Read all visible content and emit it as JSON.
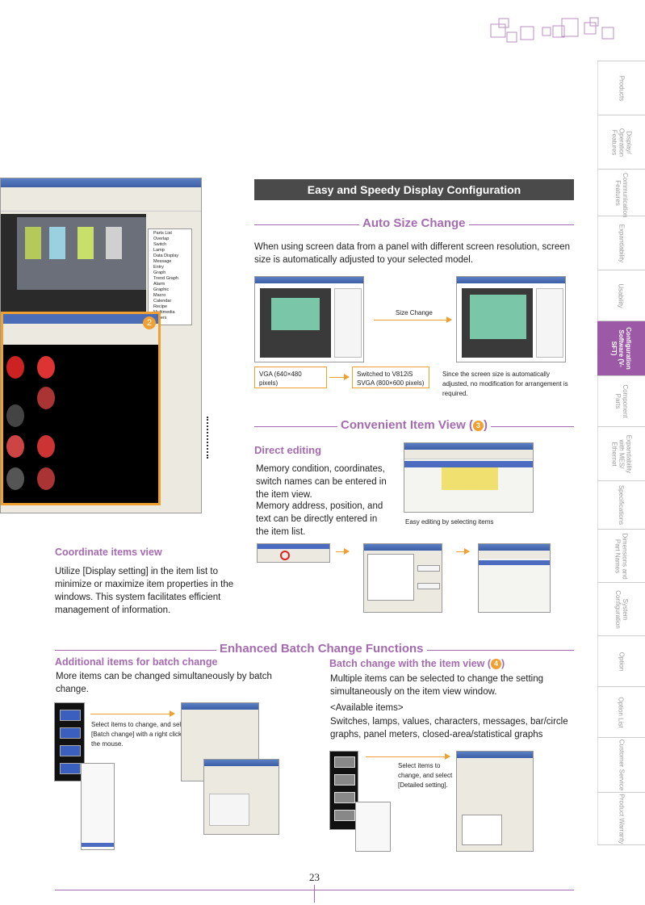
{
  "banner": "Easy and Speedy Display Configuration",
  "auto_size": {
    "heading": "Auto Size Change",
    "text": "When using screen data from a panel with different screen resolution, screen size is automatically adjusted to your selected model.",
    "arrow_label": "Size Change",
    "vga_label": "VGA (640×480 pixels)",
    "svga_label_1": "Switched to V812iS",
    "svga_label_2": "SVGA (800×600 pixels)",
    "note": "Since the screen size is automatically adjusted, no modification for arrangement is required."
  },
  "item_view": {
    "heading": "Convenient Item View (",
    "heading_end": ")",
    "badge": "3",
    "direct_editing_title": "Direct editing",
    "direct_editing_text_1": "Memory condition, coordinates, switch names can be entered in the item view.",
    "direct_editing_text_2": "Memory address, position, and text can be directly entered in the item list.",
    "caption": "Easy editing by selecting items"
  },
  "coordinate": {
    "title": "Coordinate items view",
    "text": "Utilize [Display setting] in the item list to minimize or maximize item properties in the windows. This system facilitates efficient management of information."
  },
  "batch": {
    "heading": "Enhanced Batch Change Functions",
    "left_title": "Additional items for batch change",
    "left_text": "More items can be changed simultaneously by batch change.",
    "left_note": "Select items to change, and select [Batch change] with a right click of the mouse.",
    "right_title": "Batch change with the item view (",
    "right_title_end": ")",
    "badge": "4",
    "right_text_1": "Multiple items can be selected to change the setting simultaneously on the item view window.",
    "right_text_2": "<Available items>",
    "right_text_3": "Switches, lamps, values, characters, messages, bar/circle graphs, panel meters, closed-area/statistical graphs",
    "right_note": "Select items to change, and select [Detailed setting]."
  },
  "screenshot": {
    "badge": "2",
    "tree_items": [
      "Parts List",
      "Overlap",
      "Switch",
      "Lamp",
      "Data Display",
      "Message",
      "Entry",
      "Graph",
      "Trend Graph",
      "Alarm",
      "Graphic",
      "Macro",
      "Calendar",
      "Recipe",
      "Multimedia",
      "Others"
    ]
  },
  "page_number": "23",
  "side_tabs": [
    {
      "label": "Products",
      "active": false
    },
    {
      "label": "Display/ Operation Features",
      "active": false
    },
    {
      "label": "Communication Features",
      "active": false
    },
    {
      "label": "Expandability",
      "active": false
    },
    {
      "label": "Usability",
      "active": false
    },
    {
      "label": "Configuration Software (V-SFT)",
      "active": true
    },
    {
      "label": "Component Parts",
      "active": false
    },
    {
      "label": "Expandability with MES/ Ethernet",
      "active": false
    },
    {
      "label": "Specifications",
      "active": false
    },
    {
      "label": "Dimensions and Part Names",
      "active": false
    },
    {
      "label": "System Configuration",
      "active": false
    },
    {
      "label": "Option",
      "active": false
    },
    {
      "label": "Option List",
      "active": false
    },
    {
      "label": "Customer Service",
      "active": false
    },
    {
      "label": "Product Warranty",
      "active": false
    }
  ],
  "colors": {
    "accent": "#a56bb0",
    "orange": "#f0a030",
    "banner": "#4a4a4a",
    "active_tab": "#9c5aa6"
  }
}
